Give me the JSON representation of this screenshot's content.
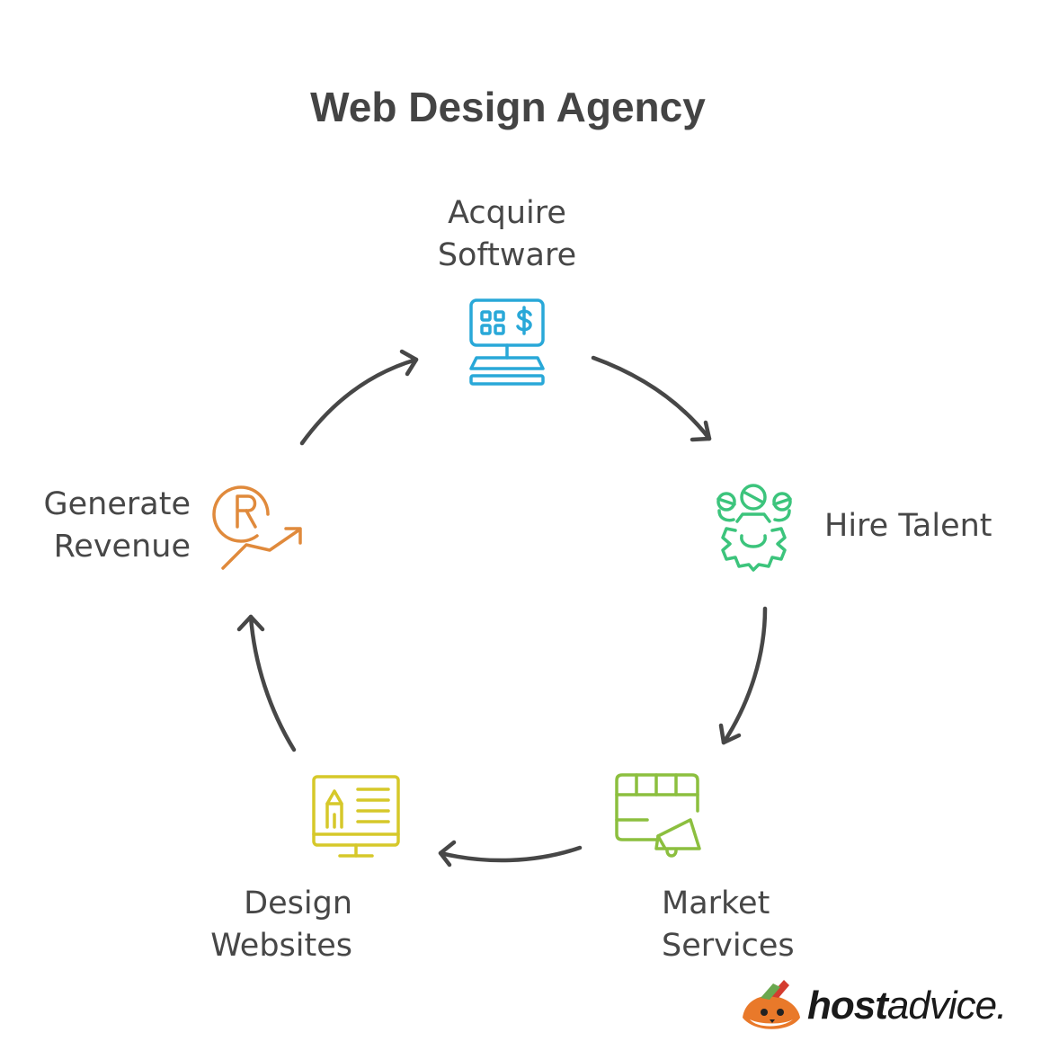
{
  "title": "Web Design Agency",
  "steps": [
    {
      "line1": "Acquire",
      "line2": "Software",
      "icon": "computer-dollar-icon",
      "color": "#29a8d8"
    },
    {
      "line1": "Hire Talent",
      "icon": "team-gear-icon",
      "color": "#3cc47c"
    },
    {
      "line1": "Market",
      "line2": "Services",
      "icon": "calendar-megaphone-icon",
      "color": "#8cbf3f"
    },
    {
      "line1": "Design",
      "line2": "Websites",
      "icon": "monitor-pencil-icon",
      "color": "#d6c82a"
    },
    {
      "line1": "Generate",
      "line2": "Revenue",
      "icon": "revenue-growth-icon",
      "color": "#e08a3c"
    }
  ],
  "logo": {
    "bold": "host",
    "regular": "advice."
  }
}
